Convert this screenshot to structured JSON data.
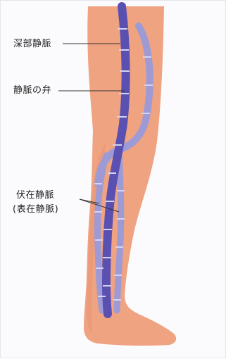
{
  "labels": {
    "deep_vein": "深部静脈",
    "valve": "静脈の弁",
    "superficial_vein_line1": "伏在静脈",
    "superficial_vein_line2": "(表在静脈)"
  },
  "colors": {
    "skin": "#efa381",
    "skin_shadow": "#e89474",
    "vein_dark": "#5a50b2",
    "vein_light": "#9d9ad6",
    "leader_line": "#333333",
    "frame_border": "#e3e6ec",
    "background": "#fbfbfd"
  }
}
